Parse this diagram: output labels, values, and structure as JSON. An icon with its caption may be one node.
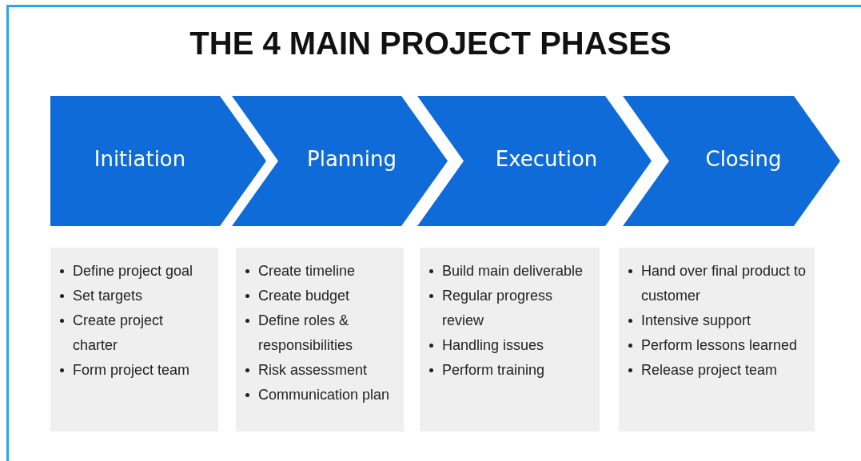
{
  "diagram": {
    "title": "THE 4 MAIN PROJECT PHASES",
    "nodes": [
      {
        "text": [
          "Initiation"
        ]
      },
      {
        "text": [
          "Planning"
        ]
      },
      {
        "text": [
          "Execution"
        ]
      },
      {
        "text": [
          "Closing"
        ]
      },
      {
        "text": [
          "Define project goal",
          "Set targets",
          "Create project charter",
          "Form project team"
        ]
      },
      {
        "text": [
          "Create timeline",
          "Create budget",
          "Define roles & responsibilities",
          "Risk assessment",
          "Communication plan"
        ]
      },
      {
        "text": [
          "Build main deliverable",
          "Regular progress review",
          "Handling issues",
          "Perform training"
        ]
      },
      {
        "text": [
          "Hand over final product to customer",
          "Intensive support",
          "Perform lessons learned",
          "Release project team"
        ]
      }
    ]
  }
}
